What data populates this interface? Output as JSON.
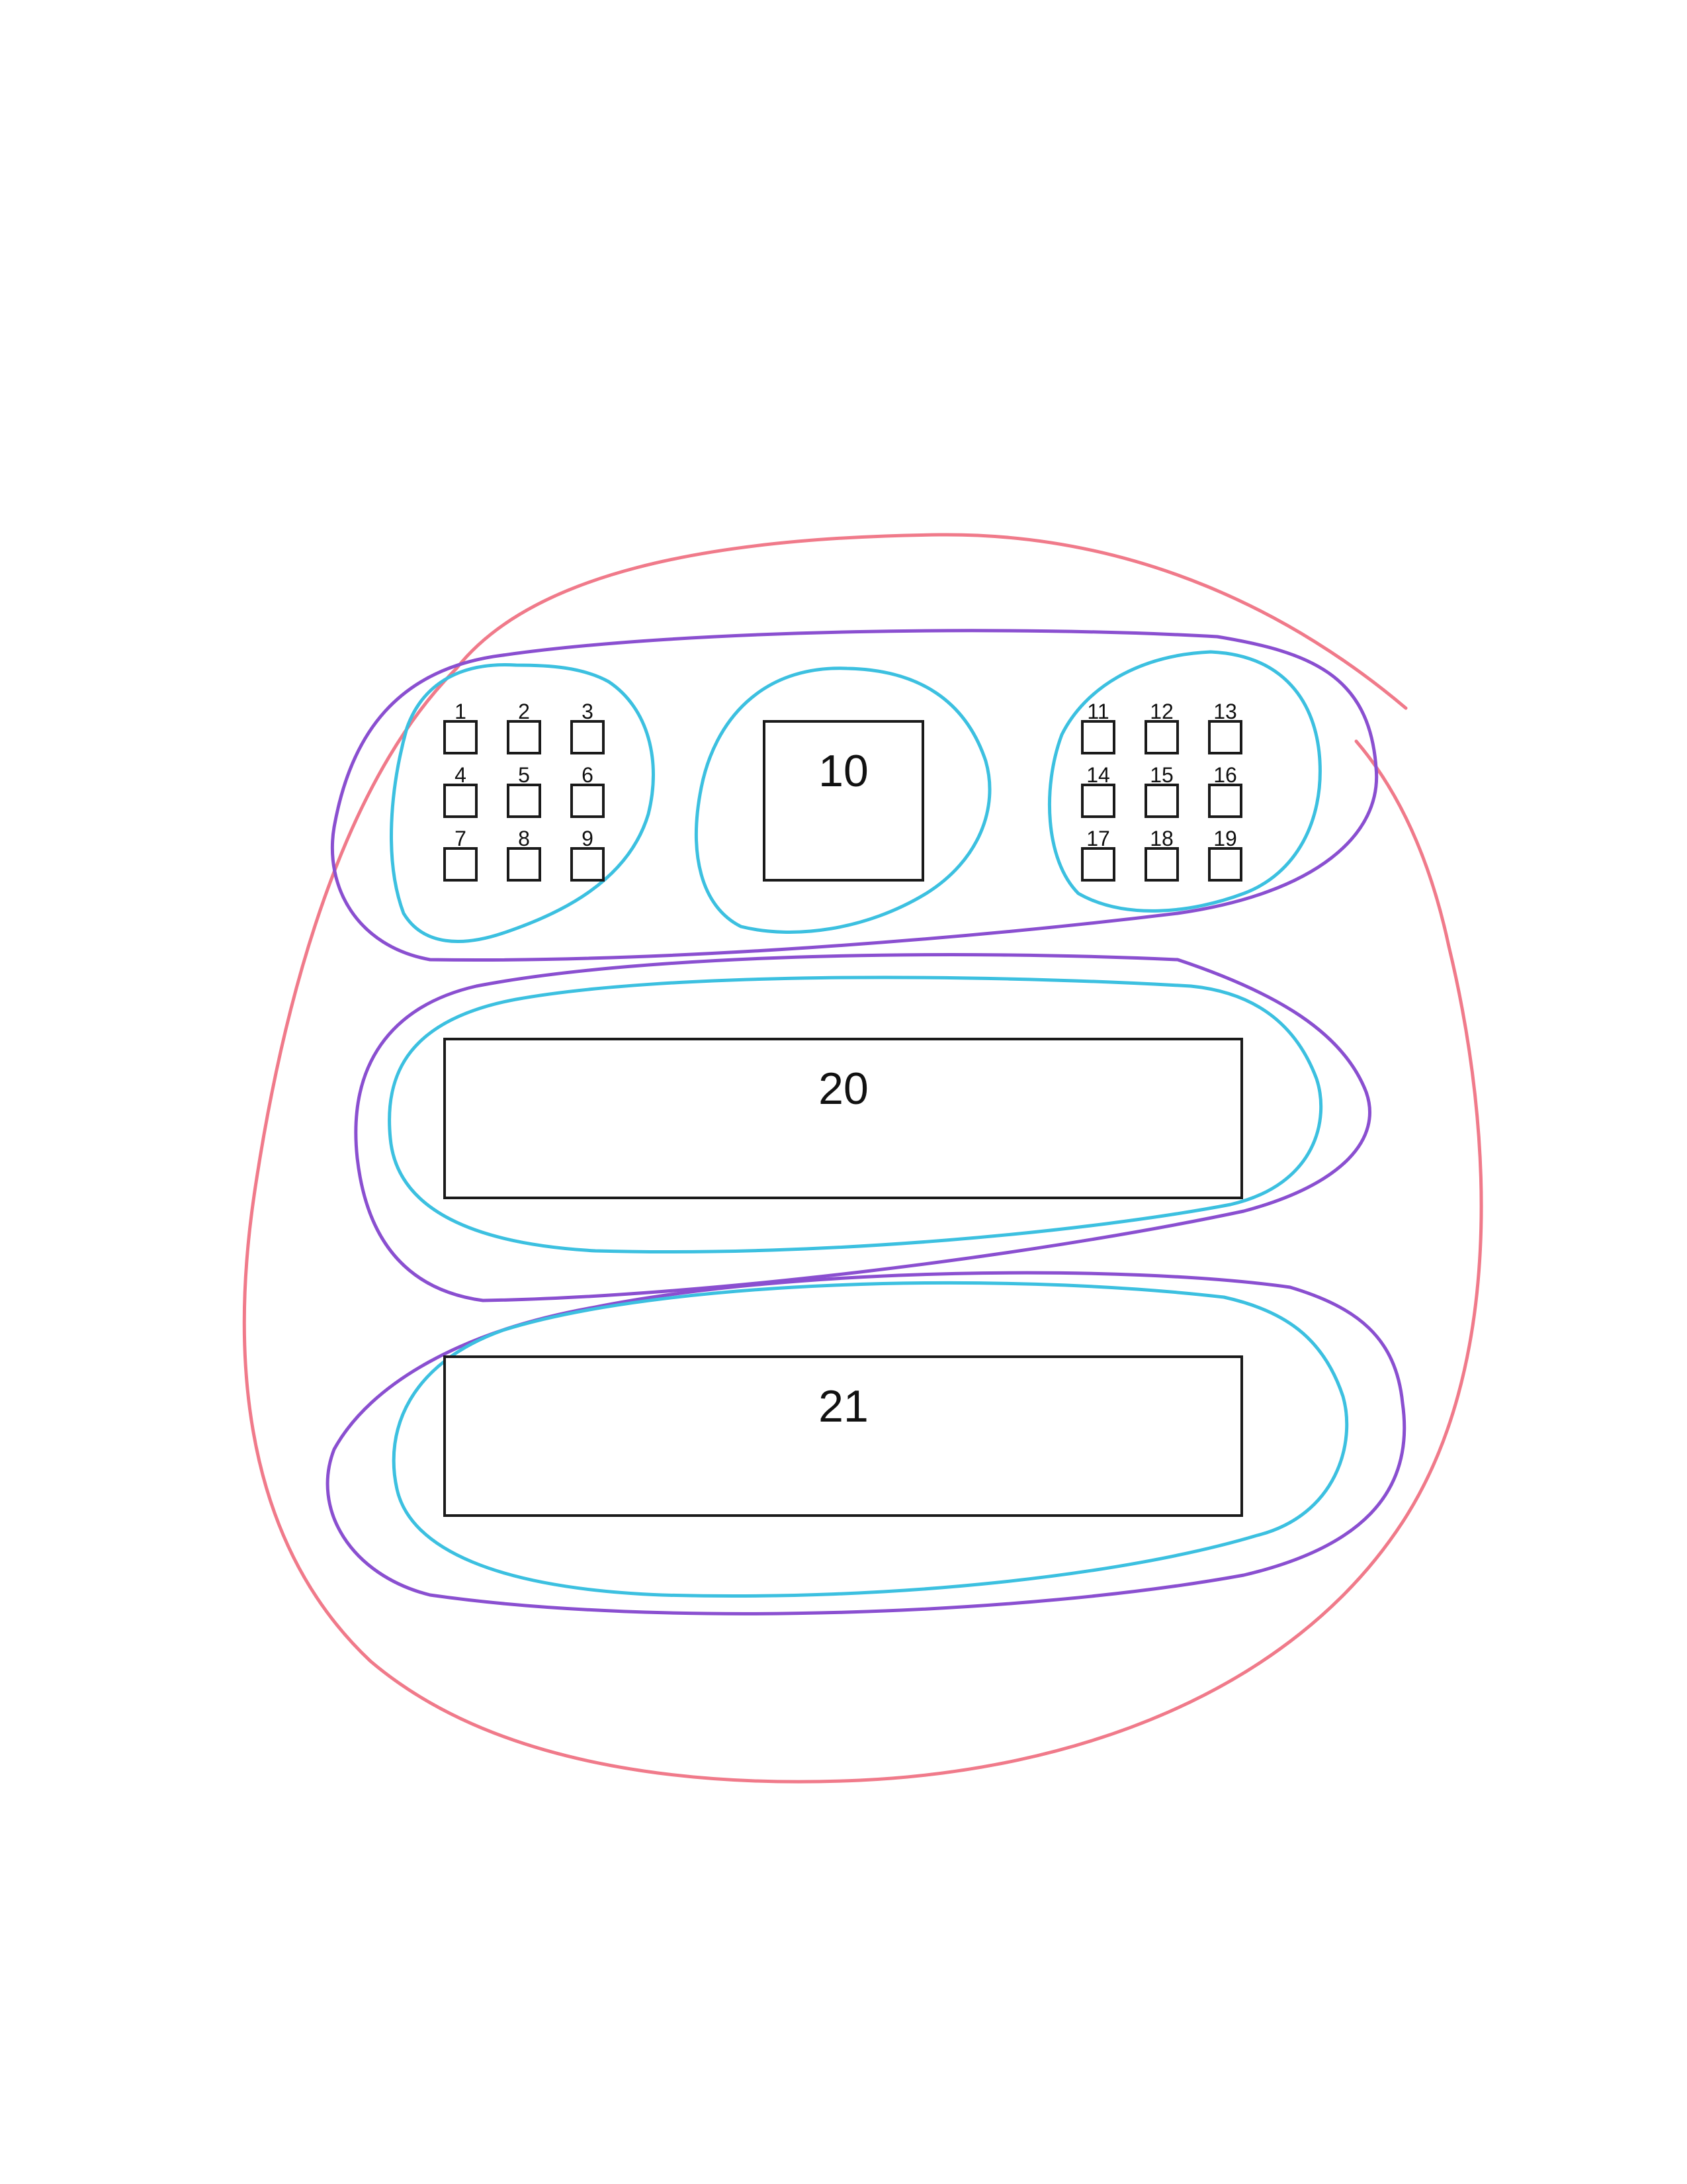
{
  "small_boxes_left": [
    "1",
    "2",
    "3",
    "4",
    "5",
    "6",
    "7",
    "8",
    "9"
  ],
  "small_boxes_right": [
    "11",
    "12",
    "13",
    "14",
    "15",
    "16",
    "17",
    "18",
    "19"
  ],
  "big_box_center": "10",
  "wide_box_top": "20",
  "wide_box_bottom": "21",
  "colors": {
    "outer_loop": "#f07a8a",
    "row_loop": "#8a4fd0",
    "group_loop": "#3cc0e0",
    "box_stroke": "#1a1a1a"
  }
}
